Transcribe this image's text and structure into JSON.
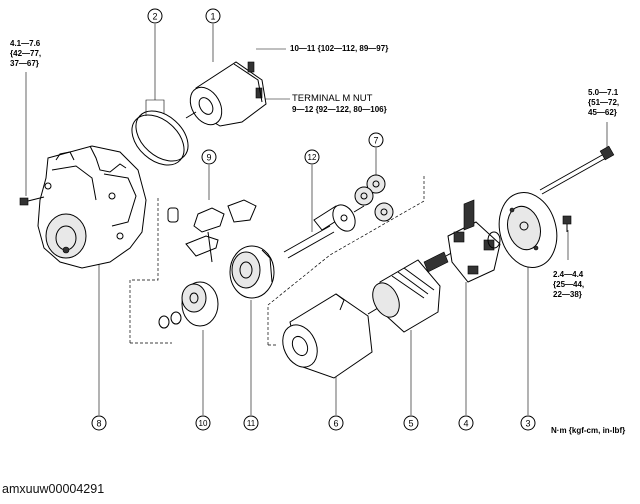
{
  "callouts": {
    "c1": "1",
    "c2": "2",
    "c3": "3",
    "c4": "4",
    "c5": "5",
    "c6": "6",
    "c7": "7",
    "c8": "8",
    "c9": "9",
    "c10": "10",
    "c11": "11",
    "c12": "12"
  },
  "torque": {
    "top_left": "4.1—7.6\n{42—77,\n37—67}",
    "solenoid_top": "10—11 {102—112, 89—97}",
    "terminal_label": "TERMINAL M NUT",
    "terminal_value": "9—12 {92—122, 80—106}",
    "top_right": "5.0—7.1\n{51—72,\n45—62}",
    "lower_right": "2.4—4.4\n{25—44,\n22—38}"
  },
  "units": "N·m {kgf-cm, in-lbf}",
  "caption": "amxuuw00004291"
}
